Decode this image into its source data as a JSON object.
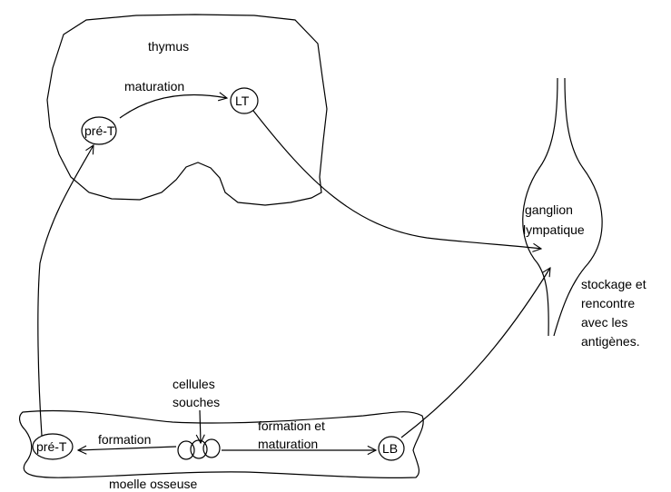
{
  "diagram": {
    "thymus_label": "thymus",
    "maturation_label": "maturation",
    "pre_t_thymus": "pré-T",
    "lt_node": "LT",
    "ganglion_line1": "ganglion",
    "ganglion_line2": "lympatique",
    "storage_lines": [
      "stockage et",
      "rencontre",
      "avec les",
      "antigènes."
    ],
    "stem_cells_line1": "cellules",
    "stem_cells_line2": "souches",
    "formation_label": "formation",
    "formation_maturation_line1": "formation et",
    "formation_maturation_line2": "maturation",
    "pre_t_marrow": "pré-T",
    "lb_node": "LB",
    "marrow_label": "moelle osseuse"
  }
}
